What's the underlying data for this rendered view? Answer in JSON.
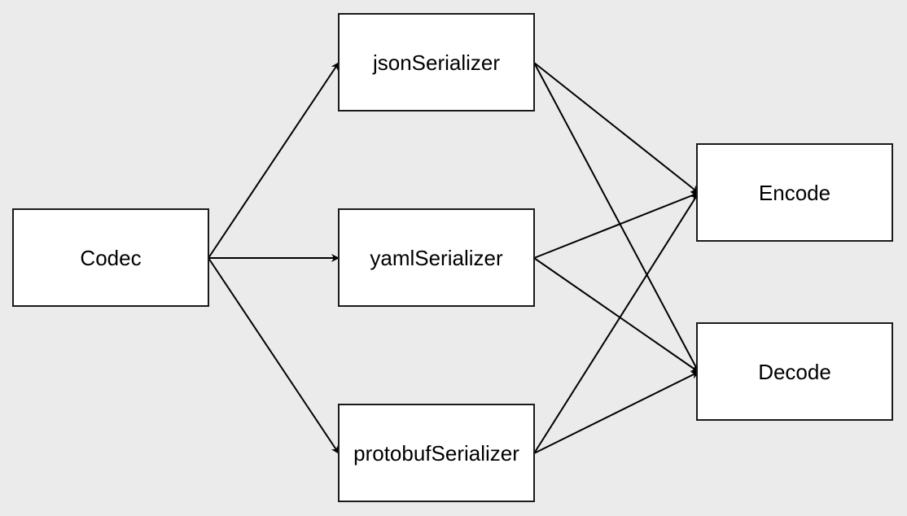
{
  "diagram": {
    "nodes": [
      {
        "id": "codec",
        "label": "Codec"
      },
      {
        "id": "json",
        "label": "jsonSerializer"
      },
      {
        "id": "yaml",
        "label": "yamlSerializer"
      },
      {
        "id": "protobuf",
        "label": "protobufSerializer"
      },
      {
        "id": "encode",
        "label": "Encode"
      },
      {
        "id": "decode",
        "label": "Decode"
      }
    ],
    "edges": [
      {
        "from": "codec",
        "to": "json"
      },
      {
        "from": "codec",
        "to": "yaml"
      },
      {
        "from": "codec",
        "to": "protobuf"
      },
      {
        "from": "json",
        "to": "encode"
      },
      {
        "from": "json",
        "to": "decode"
      },
      {
        "from": "yaml",
        "to": "encode"
      },
      {
        "from": "yaml",
        "to": "decode"
      },
      {
        "from": "protobuf",
        "to": "encode"
      },
      {
        "from": "protobuf",
        "to": "decode"
      }
    ],
    "colors": {
      "background": "#ebebeb",
      "node_fill": "#ffffff",
      "node_stroke": "#1a1a1a",
      "edge": "#000000"
    }
  }
}
